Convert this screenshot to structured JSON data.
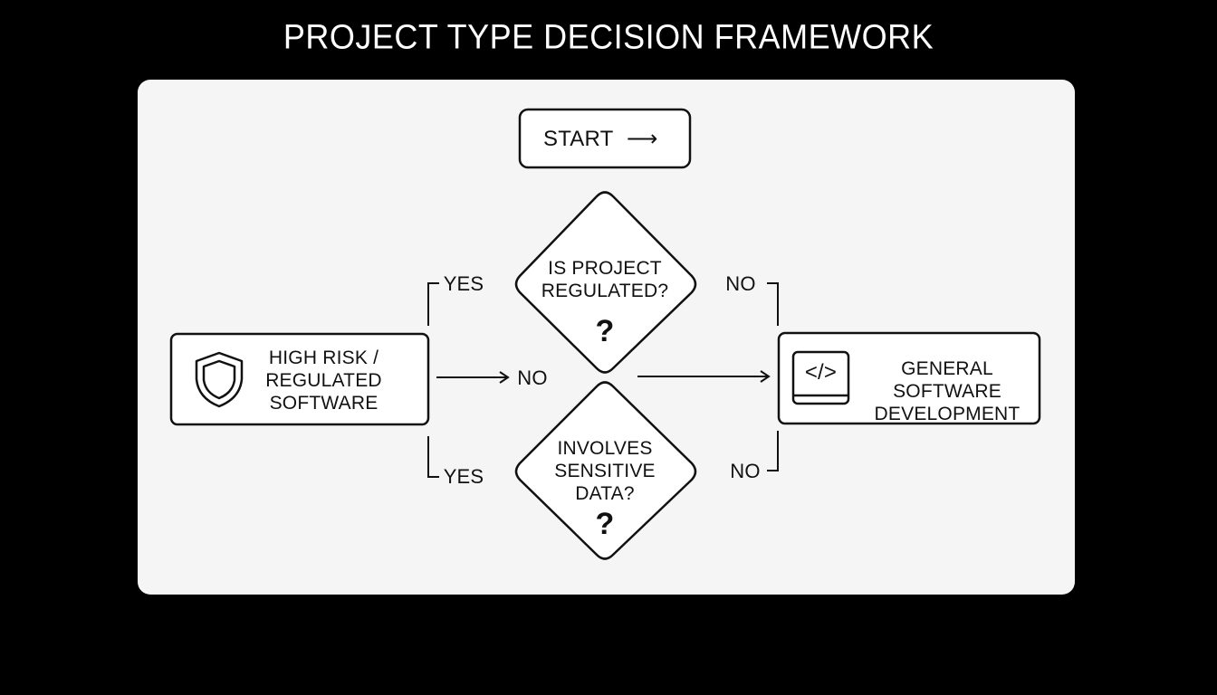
{
  "title": "PROJECT TYPE DECISION FRAMEWORK",
  "start": {
    "label": "START",
    "arrow": "⟶"
  },
  "decision_regulated": {
    "line1": "IS PROJECT",
    "line2": "REGULATED?",
    "mark": "?"
  },
  "decision_sensitive": {
    "line1": "INVOLVES",
    "line2": "SENSITIVE",
    "line3": "DATA?",
    "mark": "?"
  },
  "high_risk": {
    "icon": "shield-icon",
    "line1": "HIGH RISK /",
    "line2": "REGULATED",
    "line3": "SOFTWARE"
  },
  "general": {
    "icon": "code-icon",
    "icon_text": "</>",
    "line1": "GENERAL SOFTWARE",
    "line2": "DEVELOPMENT"
  },
  "edges": {
    "yes_top": "YES",
    "yes_bottom": "YES",
    "no_top": "NO",
    "no_bottom": "NO",
    "no_middle": "NO"
  },
  "colors": {
    "background": "#000000",
    "panel": "#f5f5f5",
    "stroke": "#111111",
    "title": "#ffffff"
  }
}
